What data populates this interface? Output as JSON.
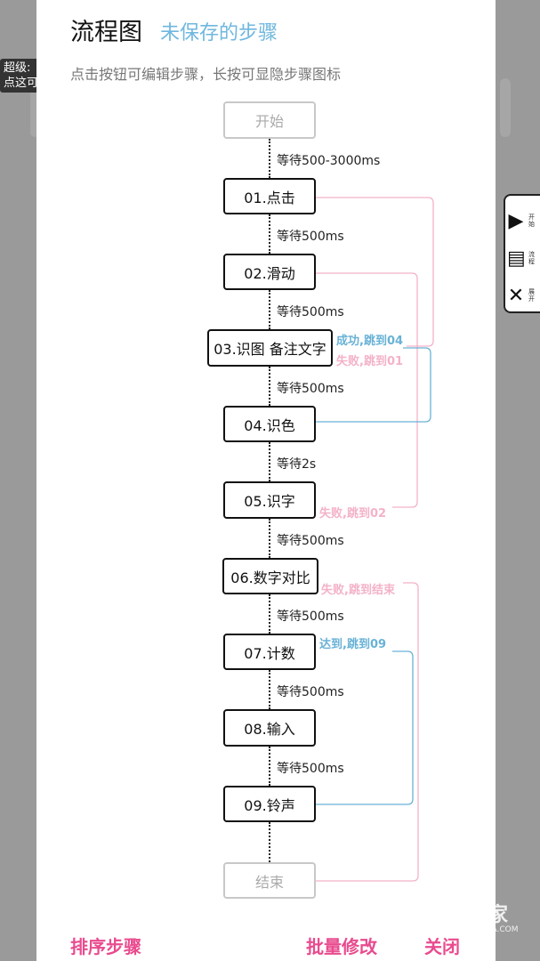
{
  "background": {
    "badge_line1": "超级:",
    "badge_line2": "点这可"
  },
  "side_panel": {
    "items": [
      {
        "icon": "play-icon",
        "label": "开始"
      },
      {
        "icon": "flowchart-icon",
        "label": "流程"
      },
      {
        "icon": "expand-icon",
        "label": "展开"
      }
    ]
  },
  "modal": {
    "title": "流程图",
    "subtitle": "未保存的步骤",
    "hint": "点击按钮可编辑步骤，长按可显隐步骤图标",
    "steps": [
      {
        "label": "开始",
        "ghost": true
      },
      {
        "label": "01.点击"
      },
      {
        "label": "02.滑动"
      },
      {
        "label": "03.识图 备注文字"
      },
      {
        "label": "04.识色"
      },
      {
        "label": "05.识字"
      },
      {
        "label": "06.数字对比"
      },
      {
        "label": "07.计数"
      },
      {
        "label": "08.输入"
      },
      {
        "label": "09.铃声"
      },
      {
        "label": "结束",
        "ghost": true
      }
    ],
    "waits": [
      "等待500-3000ms",
      "等待500ms",
      "等待500ms",
      "等待500ms",
      "等待2s",
      "等待500ms",
      "等待500ms",
      "等待500ms",
      "等待500ms"
    ],
    "branches": {
      "b03_success": "成功,跳到04",
      "b03_fail": "失败,跳到01",
      "b05_fail": "失败,跳到02",
      "b06_fail": "失败,跳到结束",
      "b07_reach": "达到,跳到09"
    },
    "colors": {
      "blue": "#69b2d6",
      "pink": "#f4b2c7",
      "accent": "#e94b8e"
    }
  },
  "footer": {
    "sort_steps": "排序步骤",
    "batch_edit": "批量修改",
    "close": "关闭"
  },
  "watermark": {
    "title": "硬件之家",
    "subtitle": "YING JIAN ZHI JIA.COM"
  }
}
